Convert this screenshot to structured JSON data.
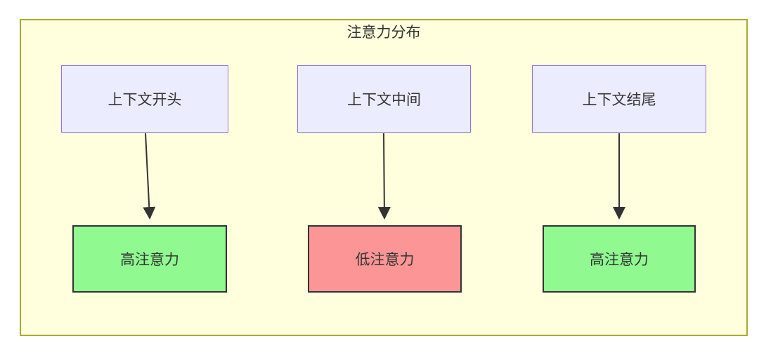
{
  "diagram": {
    "title": "注意力分布",
    "columns": [
      {
        "source": "上下文开头",
        "result": "高注意力",
        "level": "high"
      },
      {
        "source": "上下文中间",
        "result": "低注意力",
        "level": "low"
      },
      {
        "source": "上下文结尾",
        "result": "高注意力",
        "level": "high"
      }
    ]
  },
  "colors": {
    "page_bg": "#ffffff",
    "container_fill": "#ffffde",
    "container_border": "#aaaa33",
    "source_fill": "#ececff",
    "source_border": "#9370db",
    "high_fill": "#90fa90",
    "low_fill": "#fc9696",
    "node_border": "#333333",
    "arrow": "#333333",
    "text": "#333333"
  }
}
